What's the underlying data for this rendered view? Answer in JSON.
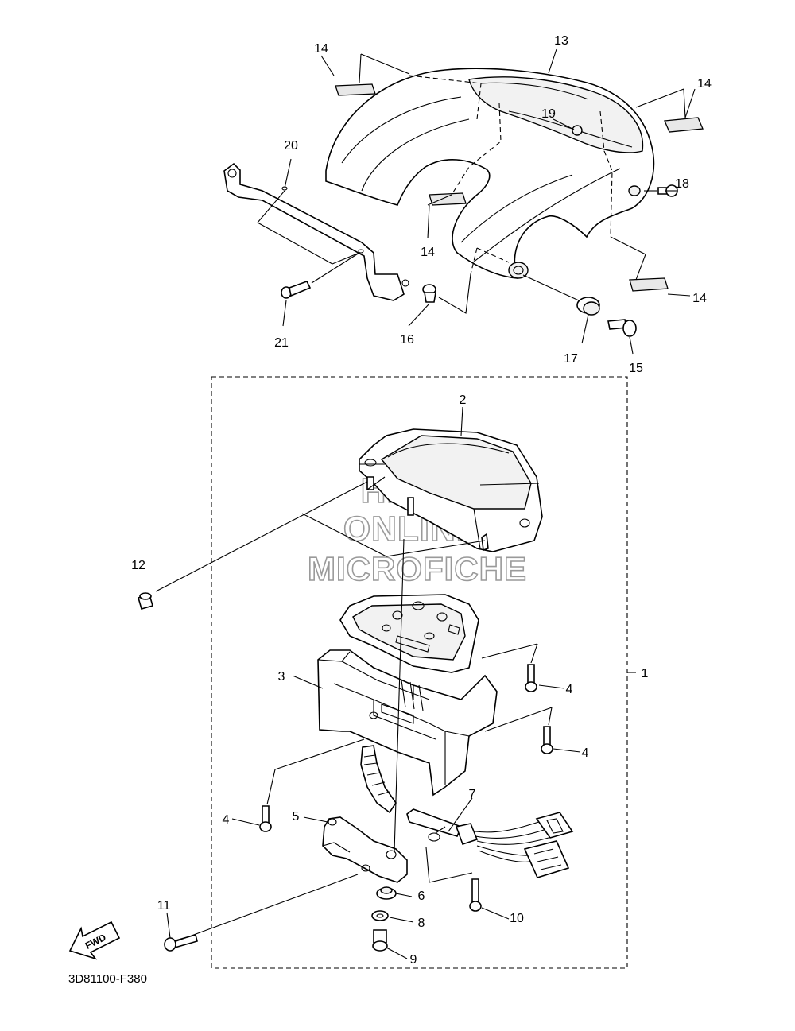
{
  "diagram_code": "3D81100-F380",
  "fwd_label": "FWD",
  "watermark": {
    "line1": "HLSM",
    "line2": "ONLINE",
    "line3": "MICROFICHE"
  },
  "callouts": {
    "p1": "1",
    "p2": "2",
    "p3": "3",
    "p4a": "4",
    "p4b": "4",
    "p4c": "4",
    "p5": "5",
    "p6": "6",
    "p7": "7",
    "p8": "8",
    "p9": "9",
    "p10": "10",
    "p11": "11",
    "p12": "12",
    "p13": "13",
    "p14a": "14",
    "p14b": "14",
    "p14c": "14",
    "p14d": "14",
    "p15": "15",
    "p16": "16",
    "p17": "17",
    "p18": "18",
    "p19": "19",
    "p20": "20",
    "p21": "21"
  }
}
